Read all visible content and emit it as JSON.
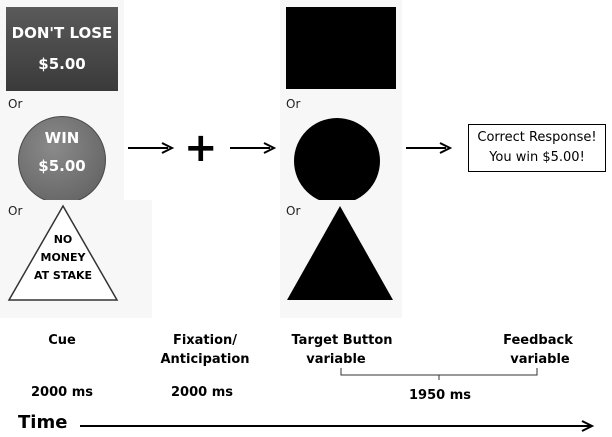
{
  "cues": {
    "square": {
      "line1": "DON'T LOSE",
      "line2": "$5.00"
    },
    "or1": "Or",
    "circle": {
      "line1": "WIN",
      "line2": "$5.00"
    },
    "or2": "Or",
    "triangle": {
      "line1": "NO",
      "line2": "MONEY",
      "line3": "AT STAKE"
    }
  },
  "fixation_symbol": "+",
  "targets": {
    "or1": "Or",
    "or2": "Or"
  },
  "feedback": {
    "line1": "Correct Response!",
    "line2": "You win $5.00!"
  },
  "labels": {
    "cue": "Cue",
    "fixation_line1": "Fixation/",
    "fixation_line2": "Anticipation",
    "target_line1": "Target Button",
    "target_line2": "variable",
    "feedback_line1": "Feedback",
    "feedback_line2": "variable"
  },
  "timings": {
    "cue": "2000 ms",
    "fixation": "2000 ms",
    "target_feedback": "1950 ms"
  },
  "time_label": "Time",
  "colors": {
    "cue_square": "#4a4a4a",
    "cue_circle": "#777777",
    "target_shapes": "#000000",
    "panel_bg": "#f7f7f7"
  }
}
